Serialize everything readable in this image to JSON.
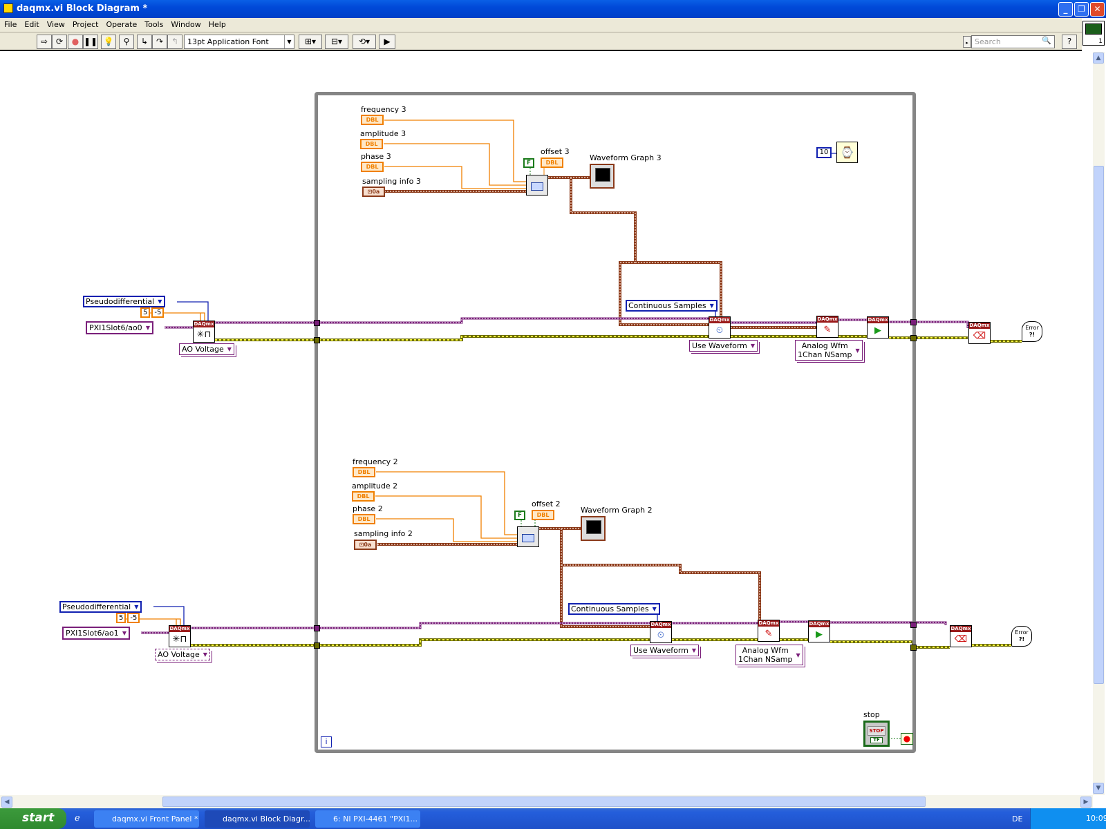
{
  "window": {
    "title": "daqmx.vi Block Diagram *"
  },
  "menu": [
    "File",
    "Edit",
    "View",
    "Project",
    "Operate",
    "Tools",
    "Window",
    "Help"
  ],
  "toolbar": {
    "font": "13pt Application Font",
    "search_placeholder": "Search",
    "help": "?",
    "vi_icon_number": "1"
  },
  "diagram": {
    "daqmx_label": "DAQmx",
    "dbl": "DBL",
    "cluster": "⊡0a",
    "false_const": "F",
    "loop_index": "i",
    "upper": {
      "frequency": "frequency 3",
      "amplitude": "amplitude 3",
      "phase": "phase 3",
      "sampling": "sampling info 3",
      "offset": "offset 3",
      "graph": "Waveform Graph 3",
      "terminal_config": "Pseudodifferential",
      "max": "5",
      "min": "-5",
      "channel": "PXI1Slot6/ao0",
      "measure": "AO Voltage",
      "sample_mode": "Continuous Samples",
      "timing": "Use Waveform",
      "write_line1": "Analog Wfm",
      "write_line2": "1Chan NSamp"
    },
    "lower": {
      "frequency": "frequency 2",
      "amplitude": "amplitude 2",
      "phase": "phase 2",
      "sampling": "sampling info 2",
      "offset": "offset 2",
      "graph": "Waveform Graph 2",
      "terminal_config": "Pseudodifferential",
      "max": "5",
      "min": "-5",
      "channel": "PXI1Slot6/ao1",
      "measure": "AO Voltage",
      "sample_mode": "Continuous Samples",
      "timing": "Use Waveform",
      "write_line1": "Analog Wfm",
      "write_line2": "1Chan NSamp"
    },
    "wait_ms": "10",
    "stop": {
      "label": "stop",
      "button": "STOP",
      "tf": "TF"
    },
    "error_text": "Error",
    "error_sym": "?!"
  },
  "taskbar": {
    "start": "start",
    "tasks": [
      "daqmx.vi Front Panel *",
      "daqmx.vi Block Diagr...",
      "6: NI PXI-4461 \"PXI1..."
    ],
    "lang": "DE",
    "clock": "10:09"
  }
}
